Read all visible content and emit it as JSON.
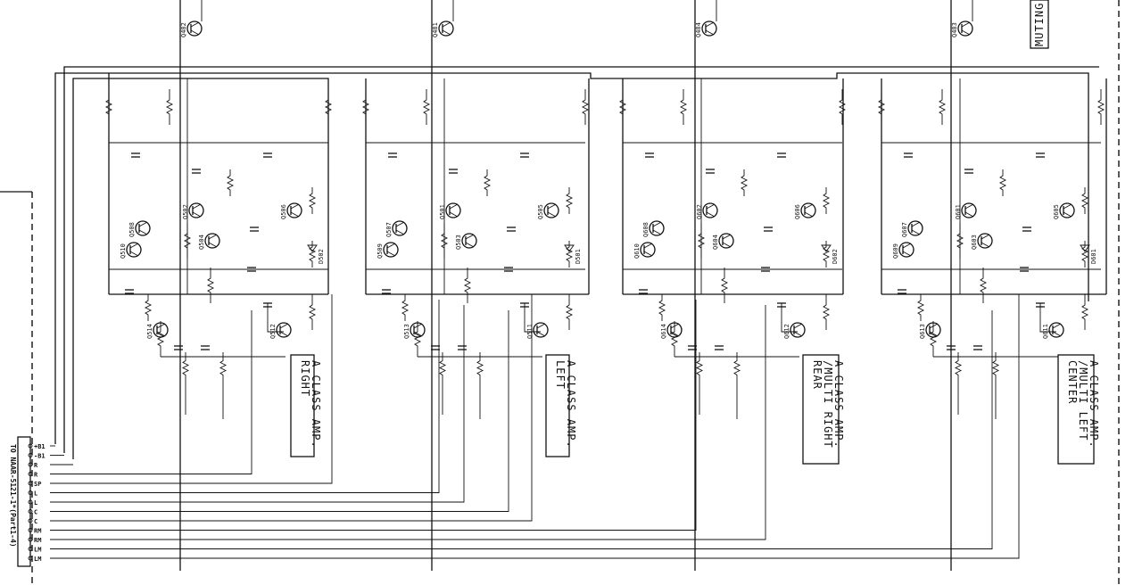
{
  "connector": {
    "label": "TO NAAR-5121-1*(Part1-4)",
    "pins": [
      "+B1",
      "-B1",
      "R",
      "R",
      "SP",
      "L",
      "L",
      "C",
      "C",
      "RM",
      "RM",
      "LM",
      "LM"
    ]
  },
  "muting_label": "MUTING",
  "stages": [
    {
      "id": "right",
      "title_lines": [
        "RIGHT",
        "A CLASS AMP."
      ],
      "transistors": [
        "Q502",
        "Q506",
        "Q508",
        "Q510",
        "Q504",
        "Q512",
        "Q514"
      ],
      "diode": "D502"
    },
    {
      "id": "left",
      "title_lines": [
        "LEFT",
        "A CLASS AMP."
      ],
      "transistors": [
        "Q501",
        "Q505",
        "Q507",
        "Q509",
        "Q503",
        "Q511",
        "Q513"
      ],
      "diode": "D501"
    },
    {
      "id": "rear-multi-right",
      "title_lines": [
        "REAR",
        "/MULTI RIGHT",
        "A CLASS AMP."
      ],
      "transistors": [
        "Q602",
        "Q606",
        "Q608",
        "Q610",
        "Q604",
        "Q612",
        "Q614"
      ],
      "diode": "D602"
    },
    {
      "id": "center-multi-left",
      "title_lines": [
        "CENTER",
        "/MULTI LEFT",
        "A CLASS AMP."
      ],
      "transistors": [
        "Q601",
        "Q605",
        "Q607",
        "Q609",
        "Q603",
        "Q611",
        "Q613"
      ],
      "diode": "D601"
    }
  ],
  "top_transistors": [
    "Q482",
    "Q481",
    "Q484",
    "Q483"
  ]
}
